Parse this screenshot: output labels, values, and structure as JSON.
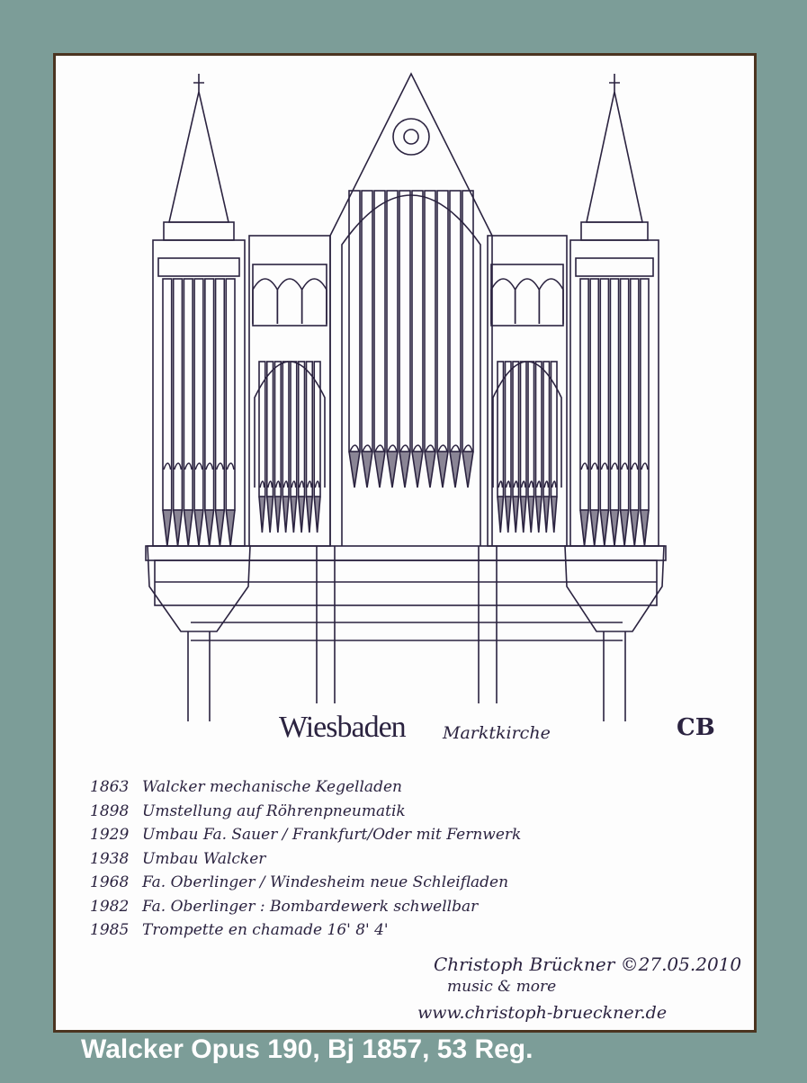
{
  "drawing": {
    "title": "Wiesbaden",
    "subtitle": "Marktkirche",
    "monogram": "CB",
    "history": [
      {
        "year": "1863",
        "text": "Walcker mechanische Kegelladen"
      },
      {
        "year": "1898",
        "text": "Umstellung auf Röhrenpneumatik"
      },
      {
        "year": "1929",
        "text": "Umbau Fa. Sauer / Frankfurt/Oder mit Fernwerk"
      },
      {
        "year": "1938",
        "text": "Umbau Walcker"
      },
      {
        "year": "1968",
        "text": "Fa. Oberlinger / Windesheim neue Schleifladen"
      },
      {
        "year": "1982",
        "text": "Fa. Oberlinger : Bombardewerk schwellbar"
      },
      {
        "year": "1985",
        "text": "Trompette en chamade 16' 8' 4'"
      }
    ],
    "signature": "Christoph Brückner ©27.05.2010",
    "tagline": "music & more",
    "website": "www.christoph-brueckner.de",
    "ink_color": "#2b2340"
  },
  "caption": "Walcker Opus 190, Bj 1857, 53 Reg."
}
